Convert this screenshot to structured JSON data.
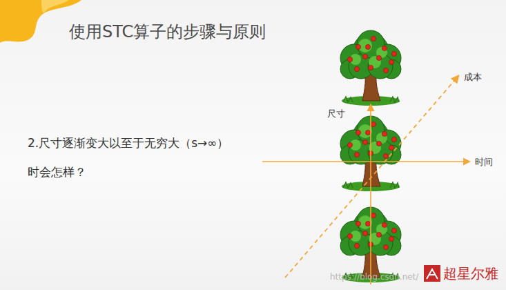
{
  "diagram": {
    "title": "使用STC算子的步骤与原则",
    "labels": [
      "2.尺寸逐渐变大以至于无穷大（s→∞） 时会怎样？",
      "尺寸",
      "成本",
      "时间",
      "https://blog.csdn.net/",
      "超星尔雅"
    ]
  }
}
